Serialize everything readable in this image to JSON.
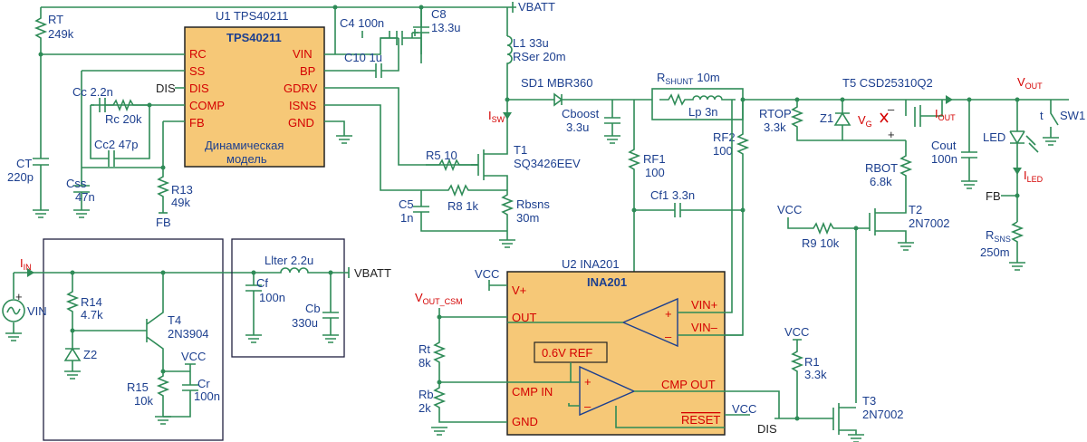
{
  "nets": {
    "vbatt": "VBATT",
    "vout": "V",
    "vout_sub": "OUT",
    "vout_csm": "V",
    "vout_csm_sub": "OUT_CSM",
    "isw": "I",
    "isw_sub": "SW",
    "iin": "I",
    "iin_sub": "IN",
    "iout": "I",
    "iout_sub": "OUT",
    "iled": "I",
    "iled_sub": "LED",
    "vg": "V",
    "vg_sub": "G",
    "fb_u1": "FB",
    "fb_led": "FB",
    "vcc": "VCC",
    "dis": "DIS",
    "vbatt2": "VBATT"
  },
  "u1": {
    "ref": "U1 TPS40211",
    "name": "TPS40211",
    "pins_left": [
      "RC",
      "SS",
      "DIS",
      "COMP",
      "FB"
    ],
    "pins_right": [
      "VIN",
      "BP",
      "GDRV",
      "ISNS",
      "GND"
    ],
    "model_line1": "Динамическая",
    "model_line2": "модель"
  },
  "u2": {
    "ref": "U2 INA201",
    "name": "INA201",
    "pin_vplus": "V+",
    "pin_out": "OUT",
    "pin_cmpin": "CMP IN",
    "pin_gnd": "GND",
    "pin_vinp": "VIN+",
    "pin_vinm": "VIN–",
    "pin_cmpout": "CMP OUT",
    "pin_reset": "RESET",
    "ref_block": "0.6V REF"
  },
  "parts": {
    "rt": [
      "RT",
      "249k"
    ],
    "ct": [
      "CT",
      "220p"
    ],
    "cc": "Cc 2.2n",
    "rc": "Rc 20k",
    "cc2": "Cc2 47p",
    "css": [
      "Css",
      "47n"
    ],
    "r13": [
      "R13",
      "49k"
    ],
    "c4": "C4 100n",
    "c10": "C10 1u",
    "c8": [
      "C8",
      "13.3u"
    ],
    "l1": [
      "L1 33u",
      "RSer 20m"
    ],
    "sd1": "SD1 MBR360",
    "cboost": [
      "Cboost",
      "3.3u"
    ],
    "t1": [
      "T1",
      "SQ3426EEV"
    ],
    "r5": "R5 10",
    "r8": "R8 1k",
    "c5": [
      "C5",
      "1n"
    ],
    "rbsns": [
      "Rbsns",
      "30m"
    ],
    "rf1": [
      "RF1",
      "100"
    ],
    "rf2": [
      "RF2",
      "100"
    ],
    "cf1": "Cf1 3.3n",
    "rshunt_prefix": "R",
    "rshunt_sub": "SHUNT",
    "rshunt_val": "10m",
    "lp": "Lp 3n",
    "t5": "T5 CSD25310Q2",
    "rtop": [
      "RTOP",
      "3.3k"
    ],
    "z1": "Z1",
    "rbot": [
      "RBOT",
      "6.8k"
    ],
    "t2": [
      "T2",
      "2N7002"
    ],
    "r9": "R9 10k",
    "cout": [
      "Cout",
      "100n"
    ],
    "led": "LED",
    "sw1": "SW1",
    "rsns_prefix": "R",
    "rsns_sub": "SNS",
    "rsns_val": "250m",
    "r14": [
      "R14",
      "4.7k"
    ],
    "z2": "Z2",
    "t4": [
      "T4",
      "2N3904"
    ],
    "r15": [
      "R15",
      "10k"
    ],
    "cr": [
      "Cr",
      "100n"
    ],
    "vin": "VIN",
    "lfilter": "Llter 2.2u",
    "cf": [
      "Cf",
      "100n"
    ],
    "cb": [
      "Cb",
      "330u"
    ],
    "rt2": [
      "Rt",
      "8k"
    ],
    "rb": [
      "Rb",
      "2k"
    ],
    "r1": [
      "R1",
      "3.3k"
    ],
    "t3": [
      "T3",
      "2N7002"
    ],
    "switch_t": "t"
  }
}
